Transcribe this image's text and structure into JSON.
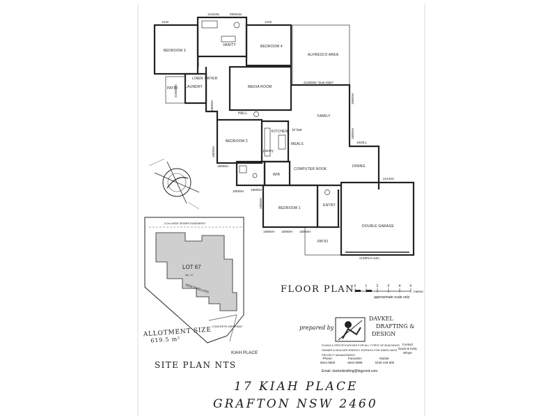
{
  "floor_plan": {
    "rooms": {
      "bedroom3": "BEDROOM 3",
      "bedroom4": "BEDROOM 4",
      "alfresco": "ALFRESCO AREA",
      "vanity": "VANITY",
      "linen": "LINEN",
      "laundry": "LAUNDRY",
      "dryer": "DRYER",
      "patio_left": "PATIO",
      "media": "MEDIA ROOM",
      "hall": "HALL",
      "family": "FAMILY",
      "kitchen": "KITCHEN",
      "meals": "MEALS",
      "bedroom2": "BEDROOM 2",
      "pantry": "pantry",
      "wir": "WIR",
      "computer_nook": "COMPUTER NOOK",
      "dining": "DINING",
      "bedroom1": "BEDROOM 1",
      "entry": "ENTRY",
      "double_garage": "DOUBLE GARAGE",
      "patio_front": "PATIO",
      "bar": "b/ bar"
    },
    "dimensions": {
      "d1": "1218",
      "d2": "1210obs",
      "d3": "0909obs",
      "d4": "1218",
      "d5": "2136/600 \"dual slider\"",
      "d6": "2105/600",
      "d7": "1809SH",
      "d8": "1809SH",
      "d9": "1809SH",
      "d10": "1809SH",
      "d11": "1809SH",
      "d12": "1809SH",
      "d13": "1809SH",
      "d14": "1809SH",
      "d15": "1809SH",
      "d16": "1809SH",
      "d17": "2124SS",
      "d18": "2148PLD auto",
      "d19": "1810LL",
      "d20": "1809SH",
      "d21": "1809SH"
    },
    "title": "FLOOR PLAN",
    "scale": {
      "ticks": [
        "0",
        "1",
        "2",
        "3",
        "4",
        "5"
      ],
      "unit": "metres",
      "note": "approximate scale only"
    }
  },
  "site_plan": {
    "title": "SITE PLAN NTS",
    "lot": "LOT 67",
    "lot_sub": "No. 17",
    "new_dwelling": "NEW DWELLING",
    "street": "KIAH PLACE",
    "easement": "3.0m WIDE SEWER EASEMENT",
    "driveway": "CONCRETE DRIVEWAY",
    "allotment_label": "ALLOTMENT SIZE",
    "allotment_value": "619.5 m²"
  },
  "address": {
    "line1": "17 KIAH PLACE",
    "line2": "GRAFTON NSW 2460"
  },
  "prepared_by": {
    "label": "prepared by",
    "firm_line1": "DAVKEL",
    "firm_line2": "DRAFTING &",
    "firm_line3": "DESIGN",
    "services": [
      "PLANS & SPECIFICATIONS FOR ALL TYPES OF BUILDINGS",
      "OWNER & BUILDER ENERGY RATINGS FOR DWELLINGS",
      "PROJECT MANAGEMENT"
    ],
    "contact_label": "Contact",
    "contact_names": "David & Kelly",
    "contact_surname": "Whyte",
    "phone_label": "Phone:",
    "phone_value": "6644 9800",
    "fax_label": "Facsimile:",
    "fax_value": "6644 9899",
    "mobile_label": "Mobile:",
    "mobile_value": "0428 449 800",
    "email_label": "Email:",
    "email_value": "davkeldrafting@bigpond.com"
  },
  "colors": {
    "ink": "#222222",
    "hatch": "#cfcfcf",
    "paper": "#ffffff"
  }
}
